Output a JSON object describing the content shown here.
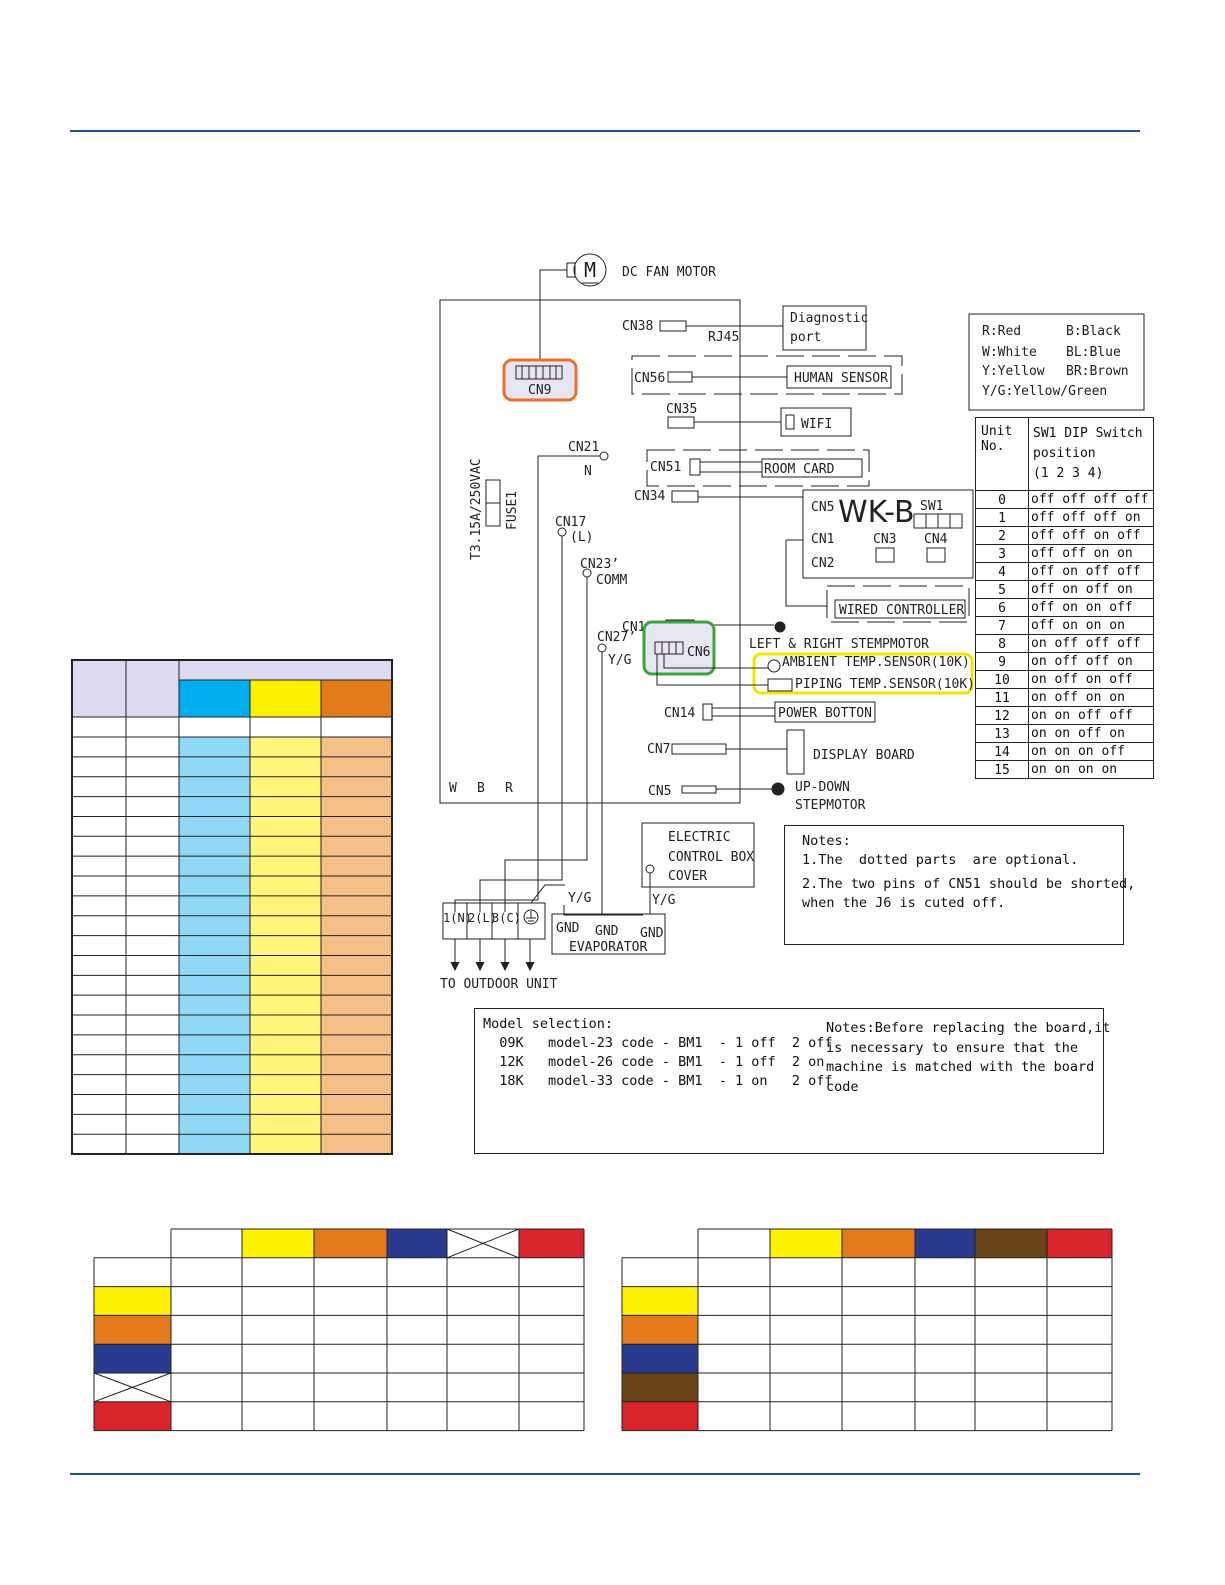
{
  "components": {
    "fan_motor": "DC FAN MOTOR",
    "fan_motor_symbol": "M",
    "cn9": "CN9",
    "cn38": "CN38",
    "rj45": "RJ45",
    "diagnostic": [
      "Diagnostic",
      "port"
    ],
    "cn56": "CN56",
    "human_sensor": "HUMAN SENSOR",
    "cn35": "CN35",
    "wifi": "WIFI",
    "cn51": "CN51",
    "room_card": "ROOM  CARD",
    "cn34": "CN34",
    "cn5_wkb": "CN5",
    "wkb": "WK-B",
    "sw1": "SW1",
    "cn1": "CN1",
    "cn2": "CN2",
    "cn3": "CN3",
    "cn4": "CN4",
    "wired_controller": "WIRED CONTROLLER",
    "cn21": "CN21",
    "n": "N",
    "cn17": "CN17",
    "l": "(L)",
    "cn23": "CN23’",
    "comm": "COMM",
    "cn27": "CN27’",
    "yg": "Y/G",
    "cn11": "CN11’",
    "cn6": "CN6",
    "stepmotor_lr": "LEFT & RIGHT STEMPMOTOR",
    "ambient": "AMBIENT   TEMP.SENSOR(10K)",
    "piping": "PIPING TEMP.SENSOR(10K)",
    "cn14": "CN14",
    "power_button": "POWER BOTTON",
    "cn7": "CN7",
    "display_board": "DISPLAY BOARD",
    "cn5": "CN5",
    "updown": [
      "UP-DOWN",
      "STEPMOTOR"
    ],
    "fuse_rating": "T3.15A/250VAC",
    "fuse": "FUSE1",
    "wire_w": "W",
    "wire_b": "B",
    "wire_r": "R",
    "terminals": [
      "1(N)",
      "2(L)",
      "3(C)"
    ],
    "gnd": "GND",
    "evaporator": "EVAPORATOR",
    "to_outdoor": "TO OUTDOOR UNIT",
    "electric_box": [
      "ELECTRIC",
      "CONTROL BOX",
      "COVER"
    ]
  },
  "legend": [
    [
      "R:Red",
      "B:Black"
    ],
    [
      "W:White",
      "BL:Blue"
    ],
    [
      "Y:Yellow",
      "BR:Brown"
    ],
    [
      "Y/G:Yellow/Green",
      ""
    ]
  ],
  "notes": {
    "title": "Notes:",
    "line1": "1.The  dotted parts  are optional.",
    "line2a": "2.The two pins of CN51 should be shorted,",
    "line2b": "when the J6 is cuted off."
  },
  "model_selection": {
    "title": "Model selection:",
    "rows": [
      "  09K   model-23 code - BM1  - 1 off  2 off",
      "  12K   model-26 code - BM1  - 1 off  2 on",
      "  18K   model-33 code - BM1  - 1 on   2 off"
    ],
    "note": "Notes:Before replacing the board,it\nis necessary to ensure that the\nmachine is matched with the board\ncode"
  },
  "sw1_table": {
    "header_unit": "Unit\nNo.",
    "header_pos": "SW1 DIP Switch\nposition\n(1 2 3 4)",
    "rows": [
      [
        "0",
        "off off off off"
      ],
      [
        "1",
        "off off off on"
      ],
      [
        "2",
        "off off on off"
      ],
      [
        "3",
        "off off on on"
      ],
      [
        "4",
        "off on off off"
      ],
      [
        "5",
        "off on off on"
      ],
      [
        "6",
        "off on on off"
      ],
      [
        "7",
        "off on on on"
      ],
      [
        "8",
        "on off off off"
      ],
      [
        "9",
        "on off off on"
      ],
      [
        "10",
        "on off on off"
      ],
      [
        "11",
        "on off on on"
      ],
      [
        "12",
        "on on off off"
      ],
      [
        "13",
        "on on off on"
      ],
      [
        "14",
        "on on on off"
      ],
      [
        "15",
        "on on on on"
      ]
    ]
  },
  "colors": {
    "rule": "#1f4f9c",
    "cn9_highlight": "#e8702a",
    "cn6_highlight": "#3aa63a",
    "sensor_highlight": "#f2e600",
    "blue": "#00aeef",
    "light_blue": "#8fd9f6",
    "yellow": "#fff200",
    "light_yellow": "#fff57a",
    "orange": "#e37b1c",
    "light_orange": "#f4c088",
    "dark_blue": "#2a3a8f",
    "brown": "#6a4418",
    "red": "#d9262c",
    "lavender": "#dcdaf0"
  }
}
